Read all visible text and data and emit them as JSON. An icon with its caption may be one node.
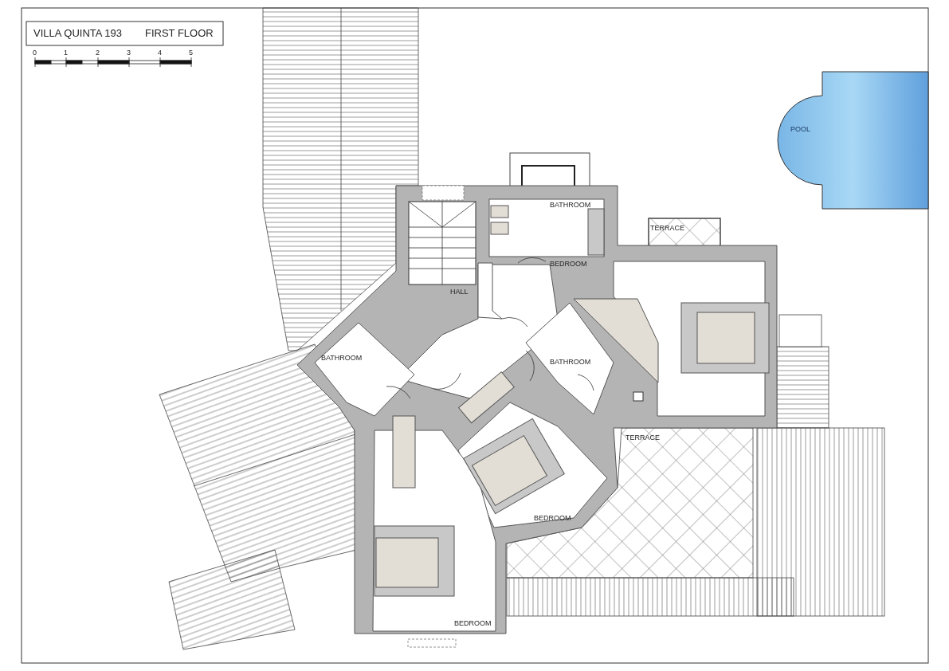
{
  "diagram": {
    "labels": [
      "VILLA QUINTA  193",
      "FIRST FLOOR",
      "0",
      "1",
      "2",
      "3",
      "4",
      "5",
      "POOL",
      "BATHROOM",
      "TERRACE",
      "BEDROOM",
      "HALL",
      "BATHROOM",
      "BATHROOM",
      "TERRACE",
      "BEDROOM",
      "BEDROOM"
    ]
  }
}
